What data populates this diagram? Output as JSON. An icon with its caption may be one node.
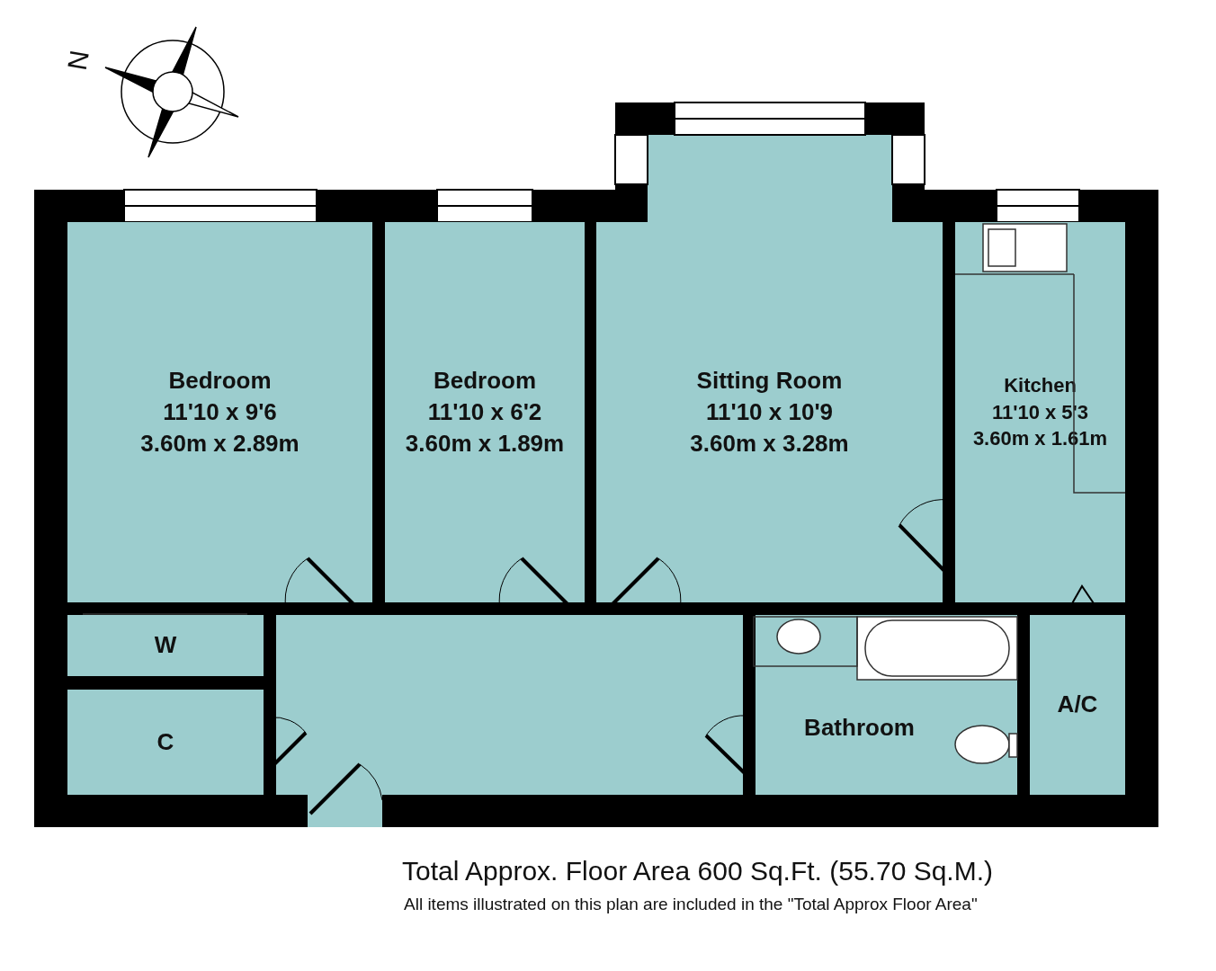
{
  "diagram": {
    "nodes": [
      {
        "text": [
          "Bedroom",
          "11'10 x 9'6",
          "3.60m x 2.89m"
        ]
      },
      {
        "text": [
          "Bedroom",
          "11'10 x 6'2",
          "3.60m x 1.89m"
        ]
      },
      {
        "text": [
          "Sitting Room",
          "11'10 x 10'9",
          "3.60m x 3.28m"
        ]
      },
      {
        "text": [
          "Kitchen",
          "11'10 x 5'3",
          "3.60m x 1.61m"
        ]
      },
      {
        "text": [
          "W"
        ]
      },
      {
        "text": [
          "C"
        ]
      },
      {
        "text": [
          "Bathroom"
        ]
      },
      {
        "text": [
          "A/C"
        ]
      }
    ],
    "labels": [
      "N",
      "Total Approx. Floor Area 600 Sq.Ft. (55.70 Sq.M.)",
      "All items illustrated on this plan are included in the \"Total Approx Floor Area\""
    ]
  }
}
